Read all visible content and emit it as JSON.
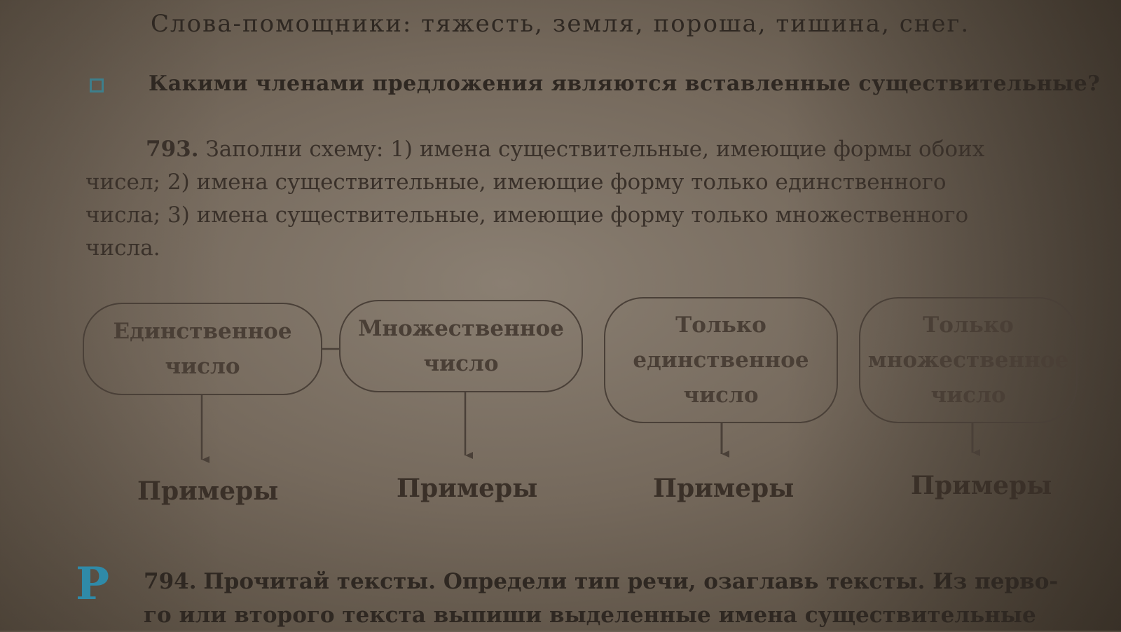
{
  "helper_words": "Слова-помощники: тяжесть, земля, пороша, тишина, снег.",
  "question": "Какими членами предложения являются вставленные существительные?",
  "task793": {
    "number": "793.",
    "line1": "Заполни схему: 1) имена существительные, имеющие формы обоих",
    "line2": "чисел; 2) имена существительные, имеющие форму только единственного",
    "line3": "числа; 3) имена существительные, имеющие форму только множественного",
    "line4": "числа."
  },
  "diagram": {
    "boxes": [
      {
        "line1": "Единственное",
        "line2": "число"
      },
      {
        "line1": "Множественное",
        "line2": "число"
      },
      {
        "line1": "Только",
        "line2": "единственное",
        "line3": "число"
      },
      {
        "line1": "Только",
        "line2": "множественное",
        "line3": "число"
      }
    ],
    "examples": [
      "Примеры",
      "Примеры",
      "Примеры",
      "Примеры"
    ]
  },
  "section_marker": "Р",
  "task794": {
    "number": "794.",
    "line1_start": "Прочитай тексты. Определи тип речи, озаглавь тексты. Из перво-",
    "line2": "го или второго текста выпиши выделенные имена существительные"
  },
  "colors": {
    "accent": "#2f8aa8",
    "icon": "#3d7f8c",
    "paper": "#8a7f72"
  }
}
